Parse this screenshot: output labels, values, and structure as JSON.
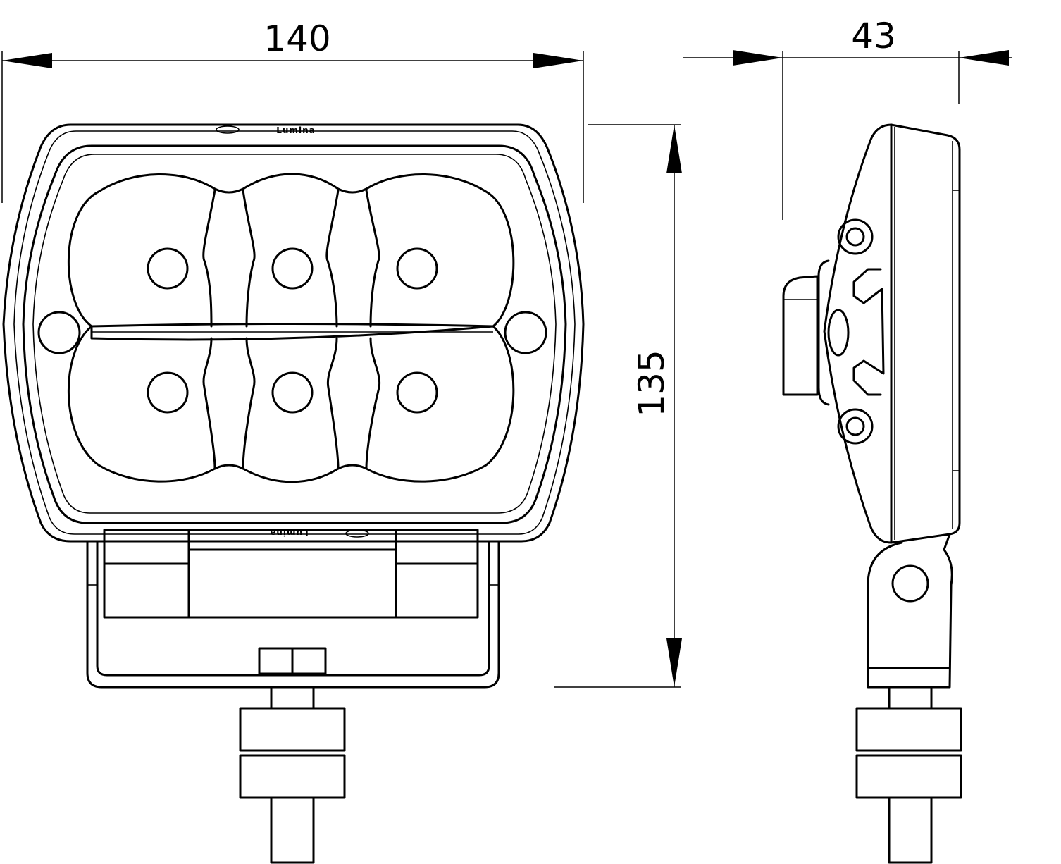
{
  "dimensions": {
    "width": "140",
    "depth": "43",
    "height": "135"
  },
  "logo": {
    "text": "Lumina"
  }
}
